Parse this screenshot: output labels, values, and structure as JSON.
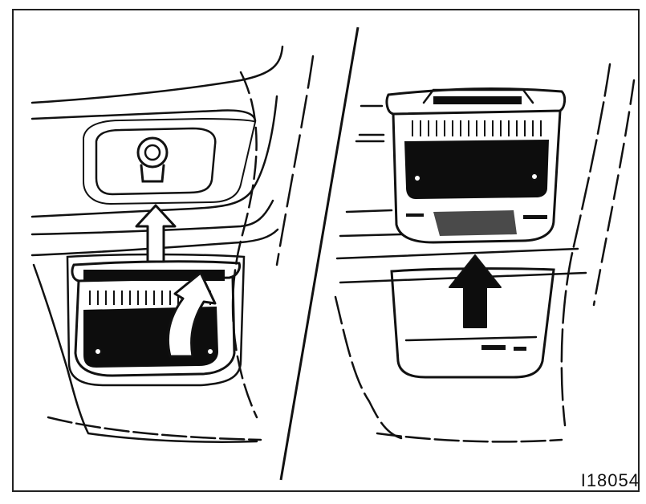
{
  "figure": {
    "id_label": "I18054",
    "stroke_color": "#111111",
    "fill_dark": "#0d0d0d",
    "background": "#ffffff"
  },
  "panels": [
    {
      "name": "step-remove-bulb",
      "arrow_direction": "up"
    },
    {
      "name": "step-install-lens",
      "arrow_direction": "up"
    }
  ]
}
